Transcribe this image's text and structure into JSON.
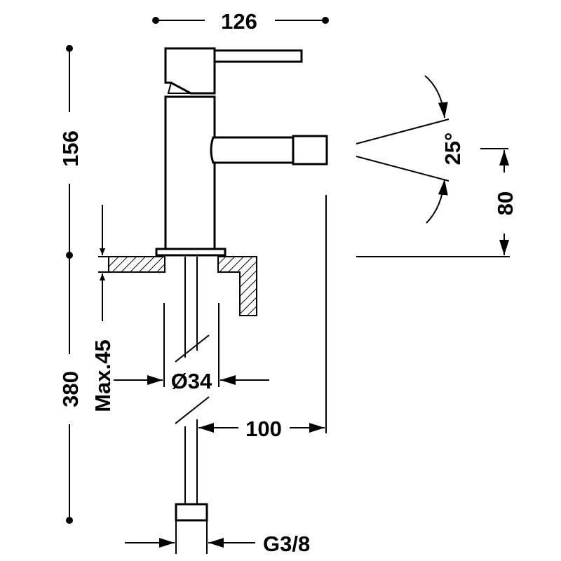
{
  "dimensions": {
    "top_width": "126",
    "total_height": "156",
    "lower_height": "380",
    "max_thickness": "Max.45",
    "hole_diameter": "Ø34",
    "spout_reach": "100",
    "spout_height": "80",
    "spray_angle": "25°",
    "connection_thread": "G3/8"
  },
  "colors": {
    "line": "#000000",
    "background": "#ffffff"
  }
}
